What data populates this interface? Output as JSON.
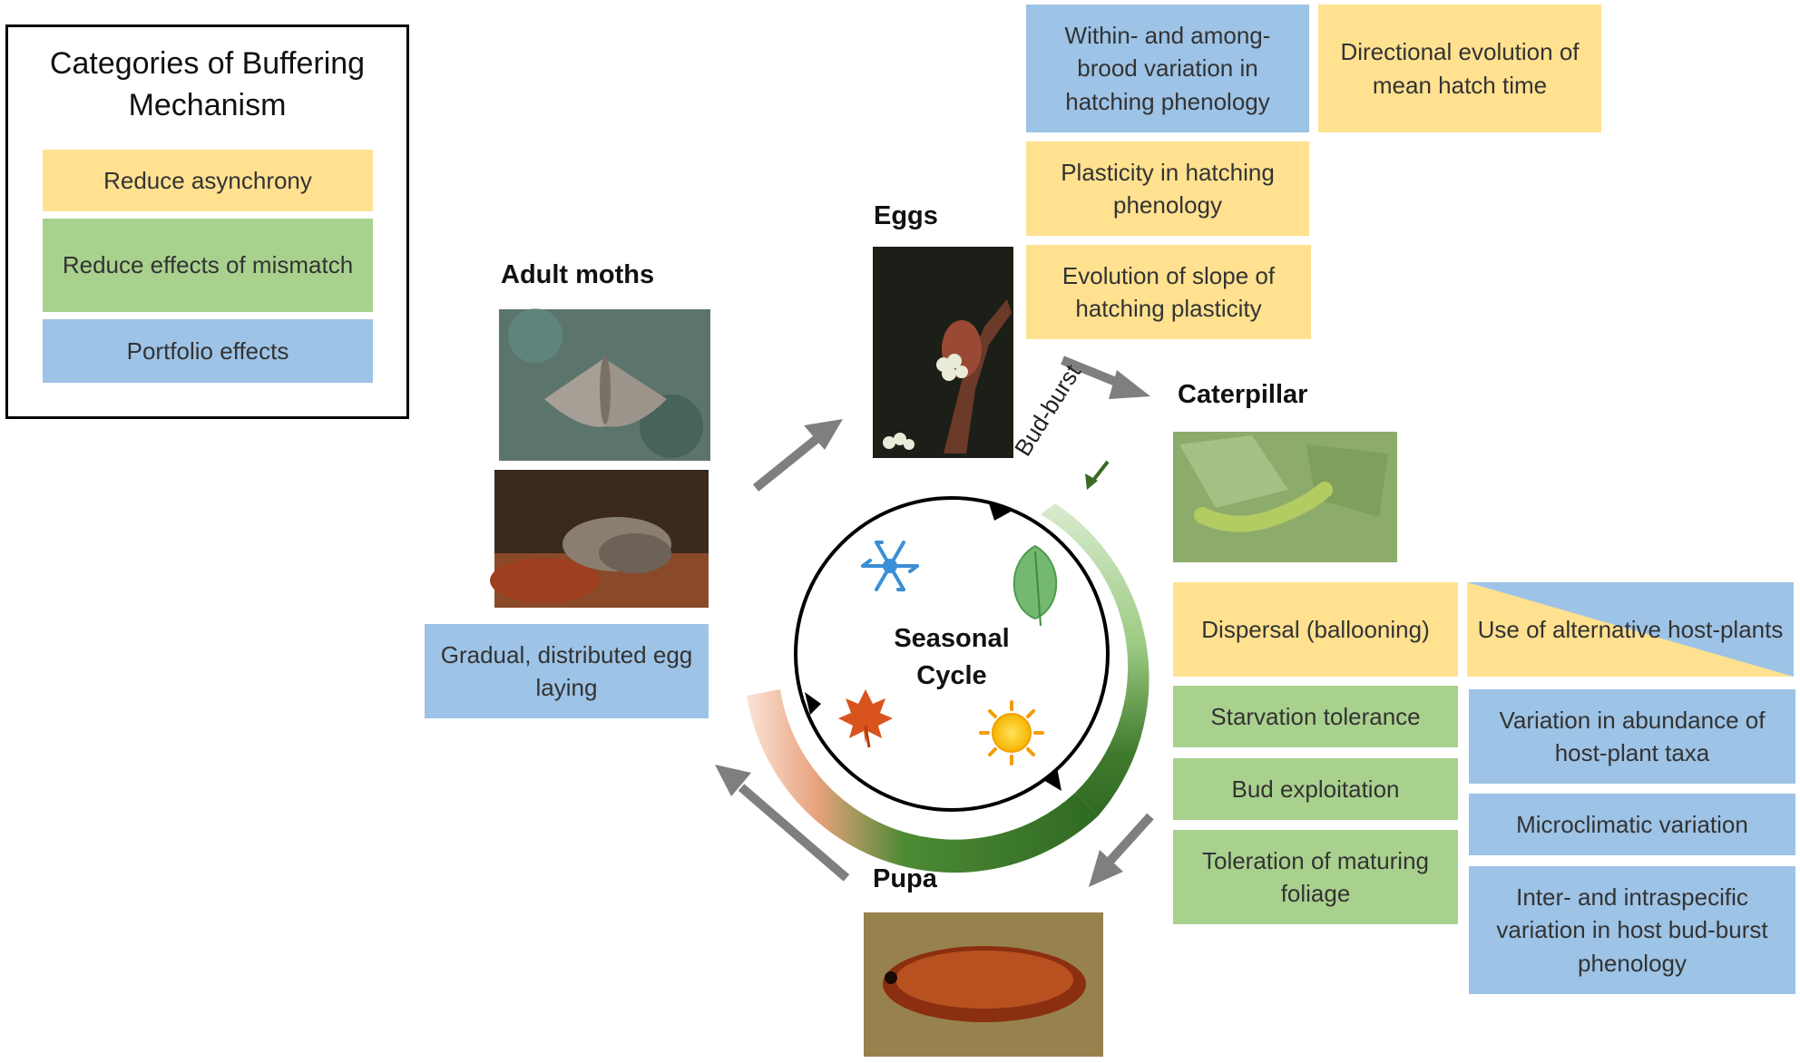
{
  "legend": {
    "title": "Categories of Buffering Mechanism",
    "items": [
      {
        "label": "Reduce asynchrony",
        "color": "#ffe190"
      },
      {
        "label": "Reduce effects of mismatch",
        "color": "#a9d18e"
      },
      {
        "label": "Portfolio effects",
        "color": "#9dc3e6"
      }
    ]
  },
  "stages": {
    "eggs": "Eggs",
    "adult_moths": "Adult moths",
    "caterpillar": "Caterpillar",
    "pupa": "Pupa"
  },
  "cycle": {
    "title": "Seasonal Cycle",
    "bud_burst": "Bud-burst",
    "icons": [
      "snowflake-icon",
      "leaf-icon",
      "sun-icon",
      "maple-leaf-icon"
    ]
  },
  "eggs_mechanisms": {
    "within_among_brood": "Within- and among-brood variation in hatching phenology",
    "directional_evolution": "Directional evolution of mean hatch time",
    "plasticity": "Plasticity in hatching phenology",
    "slope_evolution": "Evolution of slope of hatching plasticity"
  },
  "adult_mechanisms": {
    "egg_laying": "Gradual, distributed egg laying"
  },
  "caterpillar_mechanisms": {
    "dispersal": "Dispersal (ballooning)",
    "alternative_hosts": "Use of alternative host-plants",
    "starvation": "Starvation tolerance",
    "abundance": "Variation in abundance of host-plant taxa",
    "bud_exploitation": "Bud exploitation",
    "microclimatic": "Microclimatic variation",
    "maturing_foliage": "Toleration of maturing foliage",
    "budburst_phenology": "Inter- and intraspecific variation in host bud-burst phenology"
  }
}
